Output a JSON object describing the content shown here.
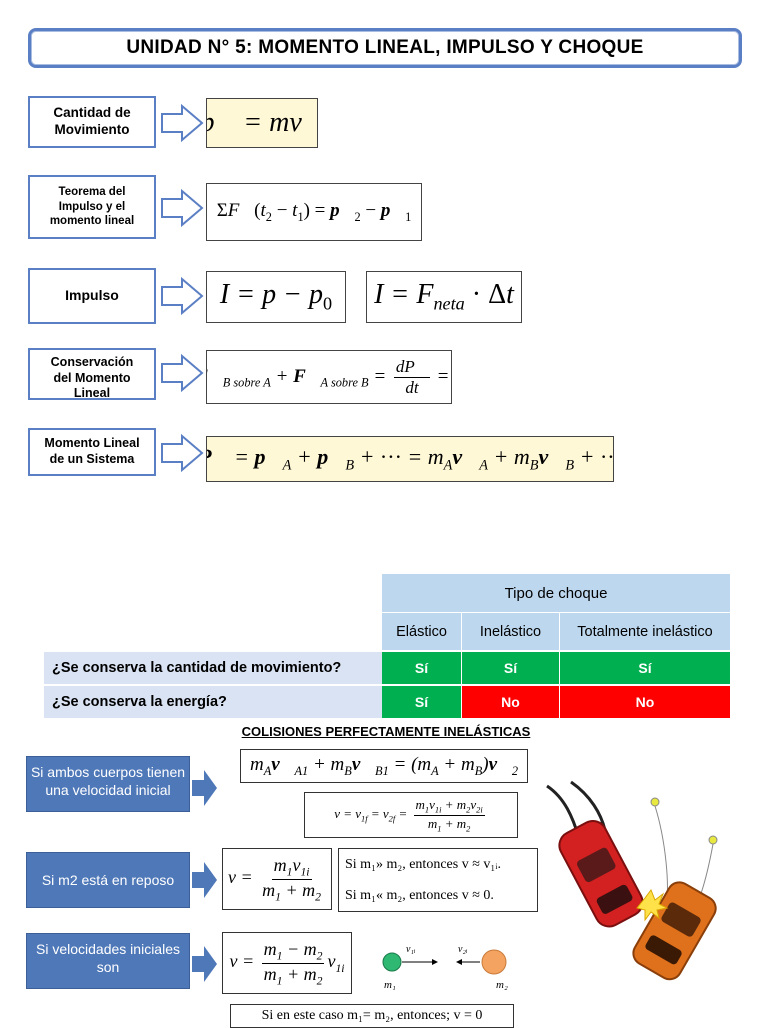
{
  "title": "UNIDAD N° 5: MOMENTO LINEAL, IMPULSO Y CHOQUE",
  "concepts": [
    {
      "label_lines": [
        "Cantidad de",
        "Movimiento"
      ]
    },
    {
      "label_lines": [
        "Teorema del",
        "Impulso y el",
        "momento lineal"
      ]
    },
    {
      "label_lines": [
        "Impulso"
      ]
    },
    {
      "label_lines": [
        "Conservación",
        "del Momento",
        "Lineal"
      ]
    },
    {
      "label_lines": [
        "Momento Lineal",
        "de un Sistema"
      ]
    }
  ],
  "table": {
    "group_header": "Tipo de choque",
    "columns": [
      "Elástico",
      "Inelástico",
      "Totalmente inelástico"
    ],
    "rows": [
      {
        "question": "¿Se conserva la cantidad de movimiento?",
        "values": [
          "Sí",
          "Sí",
          "Sí"
        ]
      },
      {
        "question": "¿Se conserva la energía?",
        "values": [
          "Sí",
          "No",
          "No"
        ]
      }
    ],
    "colors": {
      "header_bg": "#bdd7ee",
      "row_bg": "#dae3f3",
      "yes": "#00b050",
      "no": "#ff0000"
    }
  },
  "colisiones": {
    "heading": "COLISIONES PERFECTAMENTE INELÁSTICAS",
    "cases": [
      {
        "text": "Si ambos cuerpos tienen una velocidad inicial"
      },
      {
        "text": "Si m2 está en reposo"
      },
      {
        "text": "Si velocidades iniciales son"
      }
    ],
    "case2_notes": [
      "Si m₁» m₂, entonces v ≈ v₁ᵢ.",
      "Si m₁« m₂, entonces v ≈ 0."
    ],
    "bottom_note": "Si en este caso m₁= m₂, entonces; v = 0",
    "ball_labels": {
      "v1": "v₁ᵢ",
      "v2": "v₂ᵢ",
      "m1": "m₁",
      "m2": "m₂"
    }
  },
  "colors": {
    "accent": "#5b7fc4",
    "case_box": "#4f78b8",
    "ball1": "#2eb872",
    "ball2": "#f4a460"
  },
  "icons": [
    "hollow-right-arrow-icon",
    "solid-right-arrow-icon",
    "car-crash-illustration"
  ]
}
